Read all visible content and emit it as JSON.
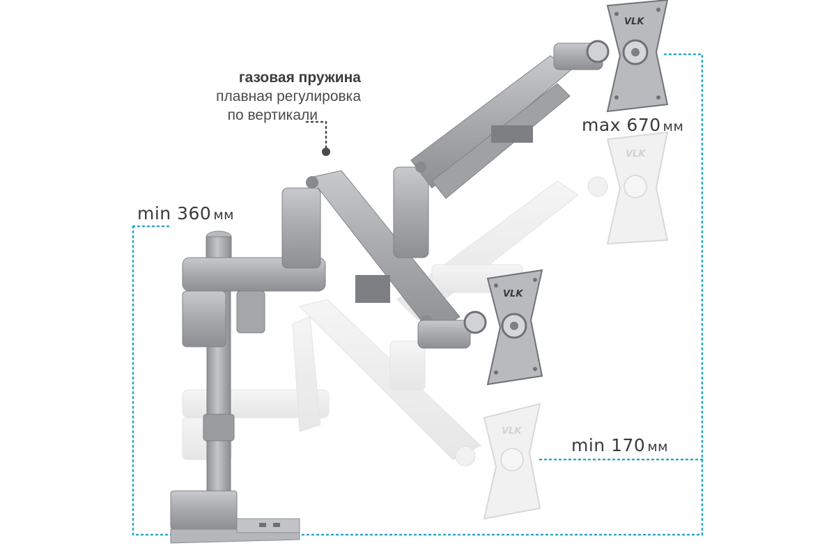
{
  "callout": {
    "title": "газовая пружина",
    "line1": "плавная регулировка",
    "line2": "по вертикали"
  },
  "dimensions": {
    "min_height": {
      "prefix": "min",
      "value": "360",
      "unit": "мм"
    },
    "max_width": {
      "prefix": "max",
      "value": "670",
      "unit": "мм"
    },
    "min_width": {
      "prefix": "min",
      "value": "170",
      "unit": "мм"
    }
  },
  "brand": {
    "logo_text": "VLK"
  },
  "colors": {
    "dotted_line": "#2aa6c4",
    "arm_silver": "#a9abaf",
    "arm_dark": "#8a8c90",
    "ghost": "#eeeeee",
    "callout_dot": "#4a4a4a"
  }
}
